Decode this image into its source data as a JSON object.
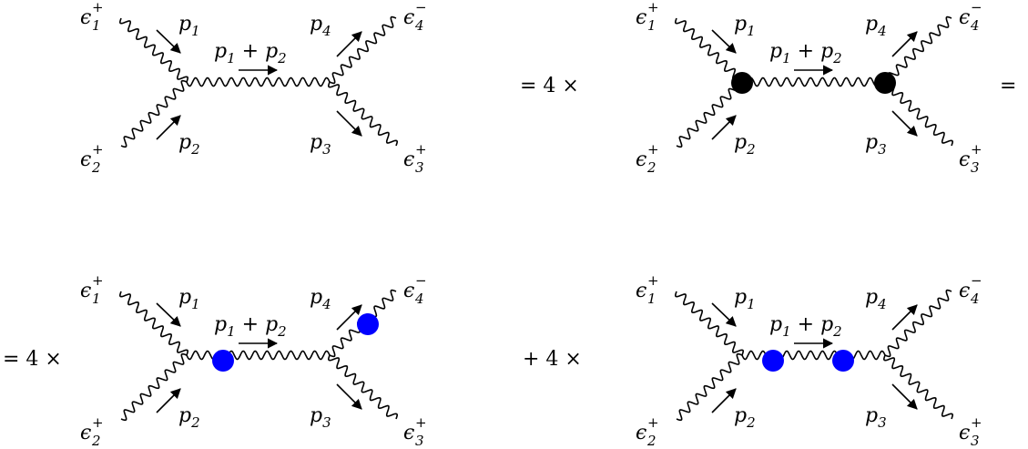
{
  "relations": {
    "top_mid": "= 4 ×",
    "top_end": "=",
    "bottom_start": "= 4 ×",
    "bottom_mid": "+ 4 ×"
  },
  "labels": {
    "eps1": {
      "base": "ϵ",
      "sub": "1",
      "sup": "+"
    },
    "eps2": {
      "base": "ϵ",
      "sub": "2",
      "sup": "+"
    },
    "eps3": {
      "base": "ϵ",
      "sub": "3",
      "sup": "+"
    },
    "eps4": {
      "base": "ϵ",
      "sub": "4",
      "sup": "−"
    },
    "p1": {
      "base": "p",
      "sub": "1"
    },
    "p2": {
      "base": "p",
      "sub": "2"
    },
    "p3": {
      "base": "p",
      "sub": "3"
    },
    "p4": {
      "base": "p",
      "sub": "4"
    },
    "p12": {
      "base1": "p",
      "sub1": "1",
      "plus": " + ",
      "base2": "p",
      "sub2": "2"
    }
  },
  "diagrams": [
    {
      "id": "plain",
      "blobs": []
    },
    {
      "id": "black-vertices",
      "blobs": [
        {
          "at": "left-vertex",
          "color": "#000000"
        },
        {
          "at": "right-vertex",
          "color": "#000000"
        }
      ]
    },
    {
      "id": "blue-vertex-and-leg",
      "blobs": [
        {
          "at": "left-vertex",
          "color": "#0000ff"
        },
        {
          "at": "leg-4",
          "color": "#0000ff"
        }
      ]
    },
    {
      "id": "blue-propagator",
      "blobs": [
        {
          "at": "prop-left",
          "color": "#0000ff"
        },
        {
          "at": "prop-right",
          "color": "#0000ff"
        }
      ]
    }
  ],
  "colors": {
    "black": "#000000",
    "blue": "#0000ff"
  }
}
